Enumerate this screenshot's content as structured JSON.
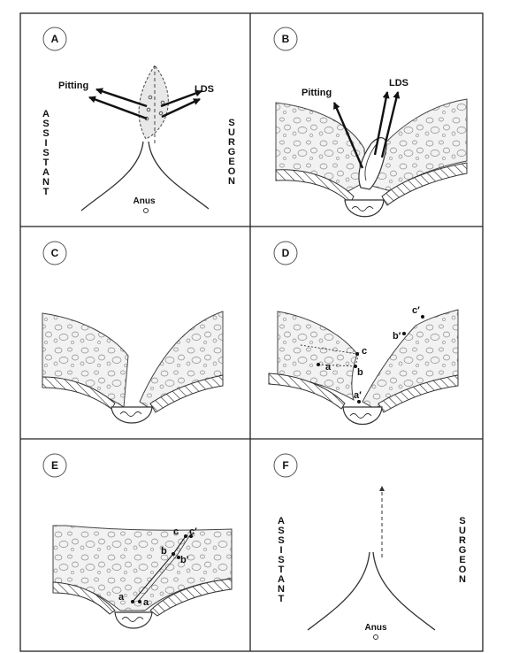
{
  "panels": [
    {
      "id": "A",
      "letter": "A",
      "side_left": "ASSISTANT",
      "side_right": "SURGEON",
      "anus": "Anus",
      "pitting": "Pitting",
      "lds": "LDS"
    },
    {
      "id": "B",
      "letter": "B",
      "pitting": "Pitting",
      "lds": "LDS"
    },
    {
      "id": "C",
      "letter": "C"
    },
    {
      "id": "D",
      "letter": "D",
      "points": [
        "a",
        "b",
        "c",
        "a′",
        "b′",
        "c′"
      ]
    },
    {
      "id": "E",
      "letter": "E",
      "points": [
        "a",
        "a",
        "b",
        "b′",
        "c",
        "c′"
      ]
    },
    {
      "id": "F",
      "letter": "F",
      "side_left": "ASSISTANT",
      "side_right": "SURGEON",
      "anus": "Anus"
    }
  ],
  "colors": {
    "line": "#333333",
    "panel_bg": "#ffffff",
    "border": "#222222"
  }
}
